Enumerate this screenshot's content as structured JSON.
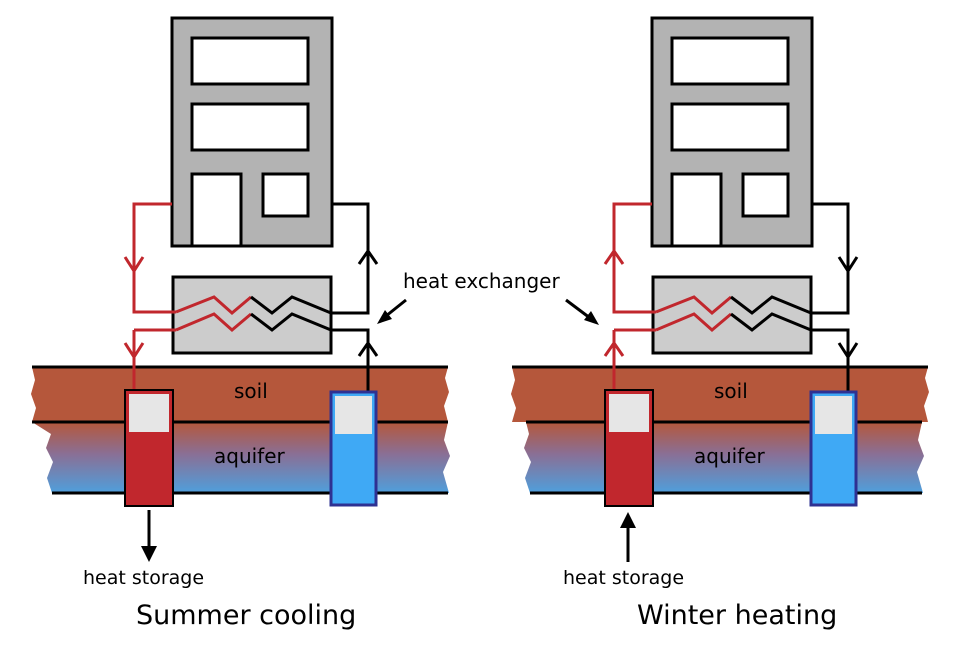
{
  "labels": {
    "heat_exchanger": "heat exchanger",
    "soil": "soil",
    "aquifer": "aquifer",
    "heat_storage": "heat storage"
  },
  "panels": [
    {
      "title": "Summer cooling",
      "mode": "cooling",
      "heat_storage_arrow": "down"
    },
    {
      "title": "Winter heating",
      "mode": "heating",
      "heat_storage_arrow": "up"
    }
  ],
  "colors": {
    "building": "#b3b3b3",
    "window": "#ffffff",
    "exchanger": "#cccccc",
    "warm_pipe": "#c1272d",
    "cold_well": "#3fa9f5",
    "cold_well_border": "#2e3192",
    "soil": "#b5573b",
    "aquifer_top": "#b5573b",
    "aquifer_bottom": "#4f9fdc",
    "well_top": "#e6e6e6",
    "line": "#000000"
  },
  "icons": {
    "building": "building-icon",
    "heat_exchanger": "zigzag-coil-icon",
    "warm_well": "warm-well-icon",
    "cold_well": "cold-well-icon",
    "flow_arrow": "chevron-arrow-icon"
  }
}
